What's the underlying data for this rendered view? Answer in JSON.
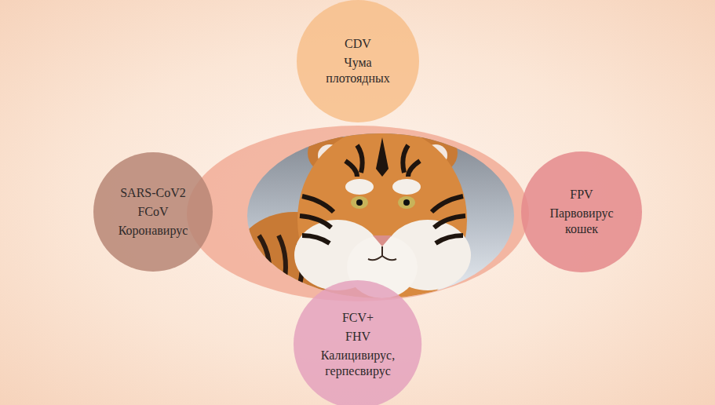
{
  "diagram": {
    "nodes": [
      {
        "text": [
          "CDV",
          "Чума плотоядных"
        ]
      },
      {
        "text": [
          "SARS-CoV2",
          "FCoV",
          "Коронавирус"
        ]
      },
      {
        "text": [
          "FPV",
          "Парвовирус кошек"
        ]
      },
      {
        "text": [
          "FCV+",
          "FHV",
          "Калицивирус, герпесвирус"
        ]
      }
    ]
  }
}
